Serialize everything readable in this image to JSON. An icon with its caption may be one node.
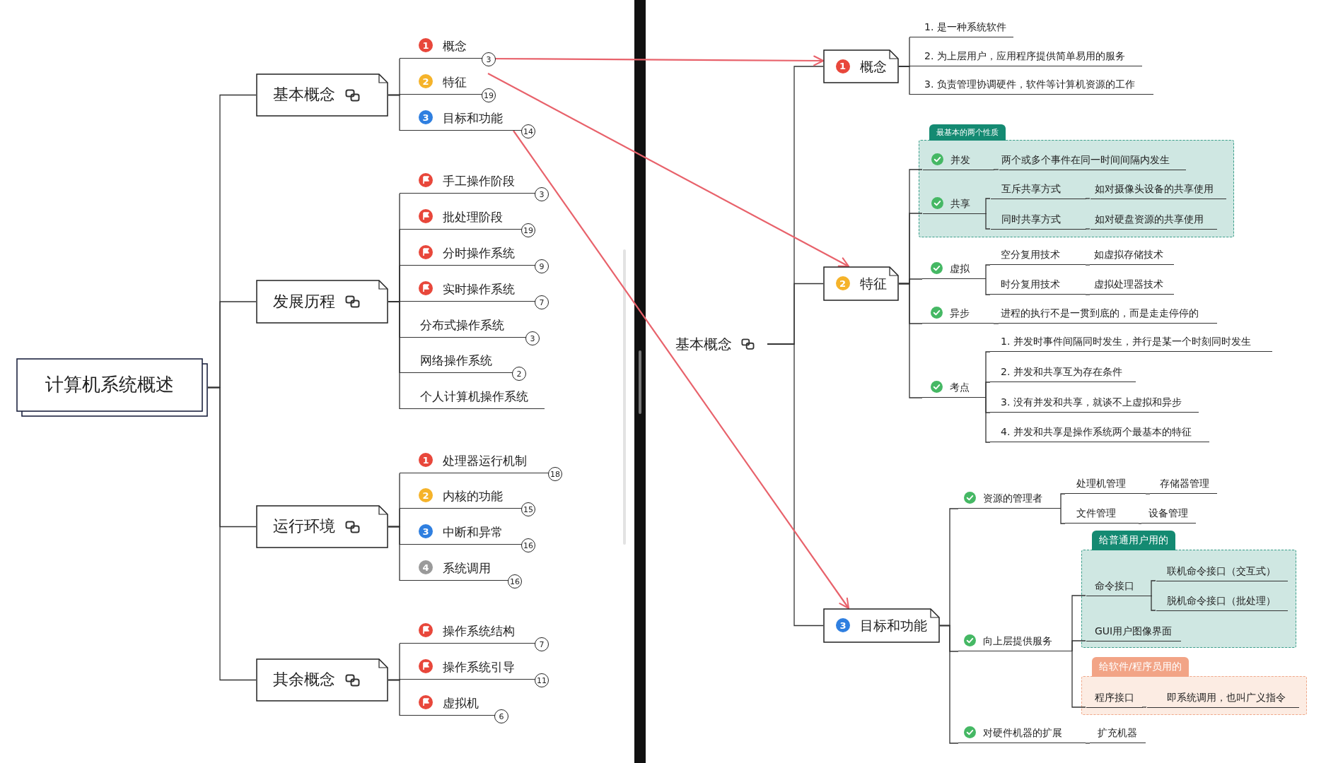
{
  "diagram": {
    "nodes": [
      {
        "text": [
          "计算机系统概述"
        ]
      },
      {
        "text": [
          "基本概念"
        ]
      },
      {
        "text": [
          "1",
          "概念"
        ],
        "beside": [
          "3"
        ]
      },
      {
        "text": [
          "2",
          "特征"
        ],
        "beside": [
          "19"
        ]
      },
      {
        "text": [
          "3",
          "目标和功能"
        ],
        "beside": [
          "14"
        ]
      },
      {
        "text": [
          "发展历程"
        ]
      },
      {
        "text": [
          "手工操作阶段"
        ],
        "beside": [
          "3"
        ]
      },
      {
        "text": [
          "批处理阶段"
        ],
        "beside": [
          "19"
        ]
      },
      {
        "text": [
          "分时操作系统"
        ],
        "beside": [
          "9"
        ]
      },
      {
        "text": [
          "实时操作系统"
        ],
        "beside": [
          "7"
        ]
      },
      {
        "text": [
          "分布式操作系统"
        ],
        "beside": [
          "3"
        ]
      },
      {
        "text": [
          "网络操作系统"
        ],
        "beside": [
          "2"
        ]
      },
      {
        "text": [
          "个人计算机操作系统"
        ]
      },
      {
        "text": [
          "运行环境"
        ]
      },
      {
        "text": [
          "1",
          "处理器运行机制"
        ],
        "beside": [
          "18"
        ]
      },
      {
        "text": [
          "2",
          "内核的功能"
        ],
        "beside": [
          "15"
        ]
      },
      {
        "text": [
          "3",
          "中断和异常"
        ],
        "beside": [
          "16"
        ]
      },
      {
        "text": [
          "4",
          "系统调用"
        ],
        "beside": [
          "16"
        ]
      },
      {
        "text": [
          "其余概念"
        ]
      },
      {
        "text": [
          "操作系统结构"
        ],
        "beside": [
          "7"
        ]
      },
      {
        "text": [
          "操作系统引导"
        ],
        "beside": [
          "11"
        ]
      },
      {
        "text": [
          "虚拟机"
        ],
        "beside": [
          "6"
        ]
      },
      {
        "text": [
          "基本概念"
        ]
      },
      {
        "text": [
          "1",
          "概念"
        ]
      },
      {
        "text": [
          "1. 是一种系统软件"
        ]
      },
      {
        "text": [
          "2. 为上层用户，应用程序提供简单易用的服务"
        ]
      },
      {
        "text": [
          "3. 负责管理协调硬件，软件等计算机资源的工作"
        ]
      },
      {
        "text": [
          "2",
          "特征"
        ]
      },
      {
        "text": [
          "最基本的两个性质"
        ]
      },
      {
        "text": [
          "并发"
        ],
        "in": 28
      },
      {
        "text": [
          "两个或多个事件在同一时间间隔内发生"
        ],
        "in": 28
      },
      {
        "text": [
          "共享"
        ],
        "in": 28
      },
      {
        "text": [
          "互斥共享方式"
        ],
        "in": 28
      },
      {
        "text": [
          "如对摄像头设备的共享使用"
        ],
        "in": 28
      },
      {
        "text": [
          "同时共享方式"
        ],
        "in": 28
      },
      {
        "text": [
          "如对硬盘资源的共享使用"
        ],
        "in": 28
      },
      {
        "text": [
          "虚拟"
        ]
      },
      {
        "text": [
          "空分复用技术"
        ]
      },
      {
        "text": [
          "如虚拟存储技术"
        ]
      },
      {
        "text": [
          "时分复用技术"
        ]
      },
      {
        "text": [
          "虚拟处理器技术"
        ]
      },
      {
        "text": [
          "异步"
        ]
      },
      {
        "text": [
          "进程的执行不是一贯到底的，而是走走停停的"
        ]
      },
      {
        "text": [
          "考点"
        ]
      },
      {
        "text": [
          "1. 并发时事件间隔同时发生，并行是某一个时刻同时发生"
        ]
      },
      {
        "text": [
          "2. 并发和共享互为存在条件"
        ]
      },
      {
        "text": [
          "3. 没有并发和共享，就谈不上虚拟和异步"
        ]
      },
      {
        "text": [
          "4. 并发和共享是操作系统两个最基本的特征"
        ]
      },
      {
        "text": [
          "3",
          "目标和功能"
        ]
      },
      {
        "text": [
          "资源的管理者"
        ]
      },
      {
        "text": [
          "处理机管理"
        ]
      },
      {
        "text": [
          "存储器管理"
        ]
      },
      {
        "text": [
          "文件管理"
        ]
      },
      {
        "text": [
          "设备管理"
        ]
      },
      {
        "text": [
          "向上层提供服务"
        ]
      },
      {
        "text": [
          "给普通用户用的"
        ]
      },
      {
        "text": [
          "命令接口"
        ],
        "in": 55
      },
      {
        "text": [
          "联机命令接口（交互式）"
        ],
        "in": 55
      },
      {
        "text": [
          "脱机命令接口（批处理）"
        ],
        "in": 55
      },
      {
        "text": [
          "GUI用户图像界面"
        ],
        "in": 55
      },
      {
        "text": [
          "给软件/程序员用的"
        ]
      },
      {
        "text": [
          "程序接口"
        ],
        "in": 60
      },
      {
        "text": [
          "即系统调用，也叫广义指令"
        ],
        "in": 60
      },
      {
        "text": [
          "对硬件机器的扩展"
        ]
      },
      {
        "text": [
          "扩充机器"
        ]
      }
    ],
    "edges": [
      {
        "from": 0,
        "to": 1,
        "arrow": "none"
      },
      {
        "from": 0,
        "to": 5,
        "arrow": "none"
      },
      {
        "from": 0,
        "to": 13,
        "arrow": "none"
      },
      {
        "from": 0,
        "to": 18,
        "arrow": "none"
      },
      {
        "from": 1,
        "to": 2,
        "arrow": "none"
      },
      {
        "from": 1,
        "to": 3,
        "arrow": "none"
      },
      {
        "from": 1,
        "to": 4,
        "arrow": "none"
      },
      {
        "from": 5,
        "to": 6,
        "arrow": "none"
      },
      {
        "from": 5,
        "to": 7,
        "arrow": "none"
      },
      {
        "from": 5,
        "to": 8,
        "arrow": "none"
      },
      {
        "from": 5,
        "to": 9,
        "arrow": "none"
      },
      {
        "from": 5,
        "to": 10,
        "arrow": "none"
      },
      {
        "from": 5,
        "to": 11,
        "arrow": "none"
      },
      {
        "from": 5,
        "to": 12,
        "arrow": "none"
      },
      {
        "from": 13,
        "to": 14,
        "arrow": "none"
      },
      {
        "from": 13,
        "to": 15,
        "arrow": "none"
      },
      {
        "from": 13,
        "to": 16,
        "arrow": "none"
      },
      {
        "from": 13,
        "to": 17,
        "arrow": "none"
      },
      {
        "from": 18,
        "to": 19,
        "arrow": "none"
      },
      {
        "from": 18,
        "to": 20,
        "arrow": "none"
      },
      {
        "from": 18,
        "to": 21,
        "arrow": "none"
      },
      {
        "from": 22,
        "to": 23,
        "arrow": "none"
      },
      {
        "from": 22,
        "to": 27,
        "arrow": "none"
      },
      {
        "from": 22,
        "to": 48,
        "arrow": "none"
      },
      {
        "from": 23,
        "to": 24,
        "arrow": "none"
      },
      {
        "from": 23,
        "to": 25,
        "arrow": "none"
      },
      {
        "from": 23,
        "to": 26,
        "arrow": "none"
      },
      {
        "from": 27,
        "to": 29,
        "arrow": "none"
      },
      {
        "from": 27,
        "to": 31,
        "arrow": "none"
      },
      {
        "from": 27,
        "to": 36,
        "arrow": "none"
      },
      {
        "from": 27,
        "to": 41,
        "arrow": "none"
      },
      {
        "from": 27,
        "to": 43,
        "arrow": "none"
      },
      {
        "from": 29,
        "to": 30,
        "arrow": "none"
      },
      {
        "from": 31,
        "to": 32,
        "arrow": "none"
      },
      {
        "from": 31,
        "to": 34,
        "arrow": "none"
      },
      {
        "from": 32,
        "to": 33,
        "arrow": "none"
      },
      {
        "from": 34,
        "to": 35,
        "arrow": "none"
      },
      {
        "from": 36,
        "to": 37,
        "arrow": "none"
      },
      {
        "from": 36,
        "to": 39,
        "arrow": "none"
      },
      {
        "from": 37,
        "to": 38,
        "arrow": "none"
      },
      {
        "from": 39,
        "to": 40,
        "arrow": "none"
      },
      {
        "from": 41,
        "to": 42,
        "arrow": "none"
      },
      {
        "from": 43,
        "to": 44,
        "arrow": "none"
      },
      {
        "from": 43,
        "to": 45,
        "arrow": "none"
      },
      {
        "from": 43,
        "to": 46,
        "arrow": "none"
      },
      {
        "from": 43,
        "to": 47,
        "arrow": "none"
      },
      {
        "from": 48,
        "to": 49,
        "arrow": "none"
      },
      {
        "from": 48,
        "to": 54,
        "arrow": "none"
      },
      {
        "from": 48,
        "to": 63,
        "arrow": "none"
      },
      {
        "from": 49,
        "to": 50,
        "arrow": "none"
      },
      {
        "from": 49,
        "to": 52,
        "arrow": "none"
      },
      {
        "from": 50,
        "to": 51,
        "arrow": "none"
      },
      {
        "from": 52,
        "to": 53,
        "arrow": "none"
      },
      {
        "from": 54,
        "to": 56,
        "arrow": "none"
      },
      {
        "from": 54,
        "to": 59,
        "arrow": "none"
      },
      {
        "from": 54,
        "to": 61,
        "arrow": "none"
      },
      {
        "from": 56,
        "to": 57,
        "arrow": "none"
      },
      {
        "from": 56,
        "to": 58,
        "arrow": "none"
      },
      {
        "from": 61,
        "to": 62,
        "arrow": "none"
      },
      {
        "from": 63,
        "to": 64,
        "arrow": "none"
      },
      {
        "from": 2,
        "to": 23,
        "arrow": "to",
        "color": "#e8626b"
      },
      {
        "from": 3,
        "to": 27,
        "arrow": "to",
        "color": "#e8626b"
      },
      {
        "from": 4,
        "to": 48,
        "arrow": "to",
        "color": "#e8626b"
      }
    ]
  }
}
